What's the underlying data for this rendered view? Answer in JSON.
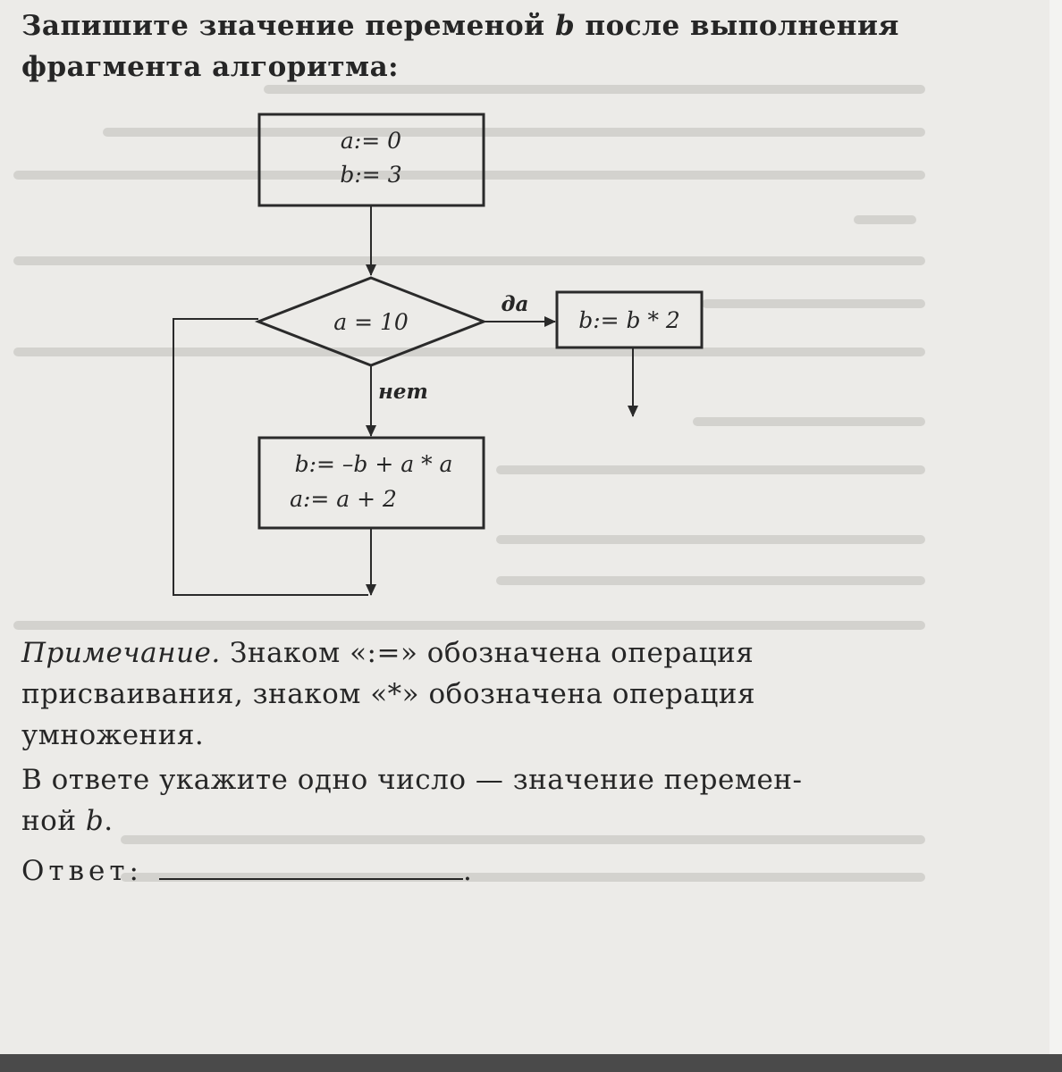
{
  "question": {
    "line1_prefix": "Запишите значение переменой ",
    "var_name": "b",
    "line1_suffix": " после выполнения",
    "line2": "фрагмента алгоритма:"
  },
  "flowchart": {
    "init_line1": "a:= 0",
    "init_line2": "b:= 3",
    "condition": "a = 10",
    "yes_label": "да",
    "no_label": "нет",
    "yes_action": "b:= b * 2",
    "loop_line1": "b:= –b + a * a",
    "loop_line2": "a:= a + 2"
  },
  "note": {
    "title": "Примечание.",
    "line1_rest": " Знаком «:=» обозначена операция",
    "line2": "присваивания, знаком «*» обозначена операция",
    "line3": "умножения."
  },
  "instruction": {
    "line1": "В ответе укажите одно число — значение перемен-",
    "line2_prefix": "ной ",
    "var_name": "b",
    "line2_suffix": "."
  },
  "answer": {
    "label": "Ответ:",
    "end": "."
  }
}
